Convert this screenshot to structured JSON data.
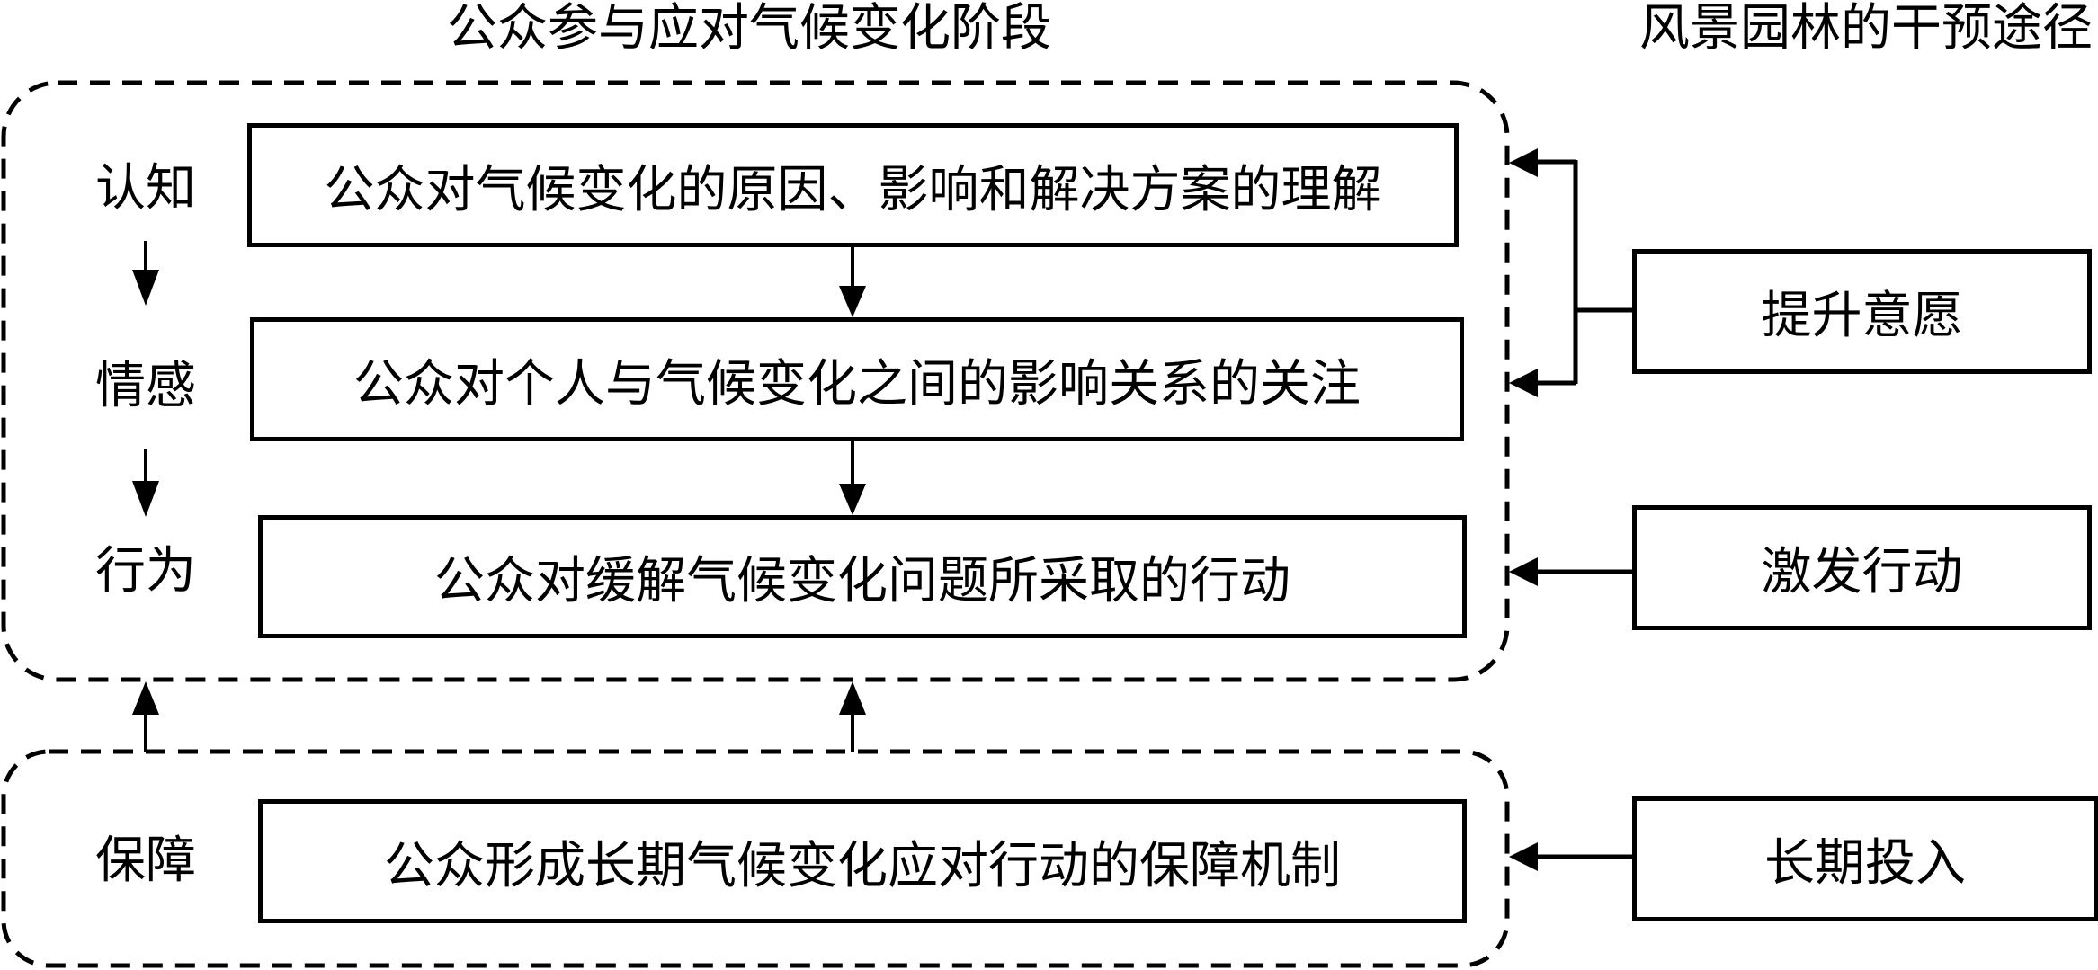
{
  "titles": {
    "stages": "公众参与应对气候变化阶段",
    "interventions": "风景园林的干预途径"
  },
  "stages": [
    {
      "label": "认知",
      "description": "公众对气候变化的原因、影响和解决方案的理解"
    },
    {
      "label": "情感",
      "description": "公众对个人与气候变化之间的影响关系的关注"
    },
    {
      "label": "行为",
      "description": "公众对缓解气候变化问题所采取的行动"
    },
    {
      "label": "保障",
      "description": "公众形成长期气候变化应对行动的保障机制"
    }
  ],
  "interventions": [
    {
      "label": "提升意愿",
      "targets": [
        "认知",
        "情感"
      ]
    },
    {
      "label": "激发行动",
      "targets": [
        "行为"
      ]
    },
    {
      "label": "长期投入",
      "targets": [
        "保障"
      ]
    }
  ],
  "colors": {
    "stroke": "#000000",
    "background": "#ffffff"
  }
}
